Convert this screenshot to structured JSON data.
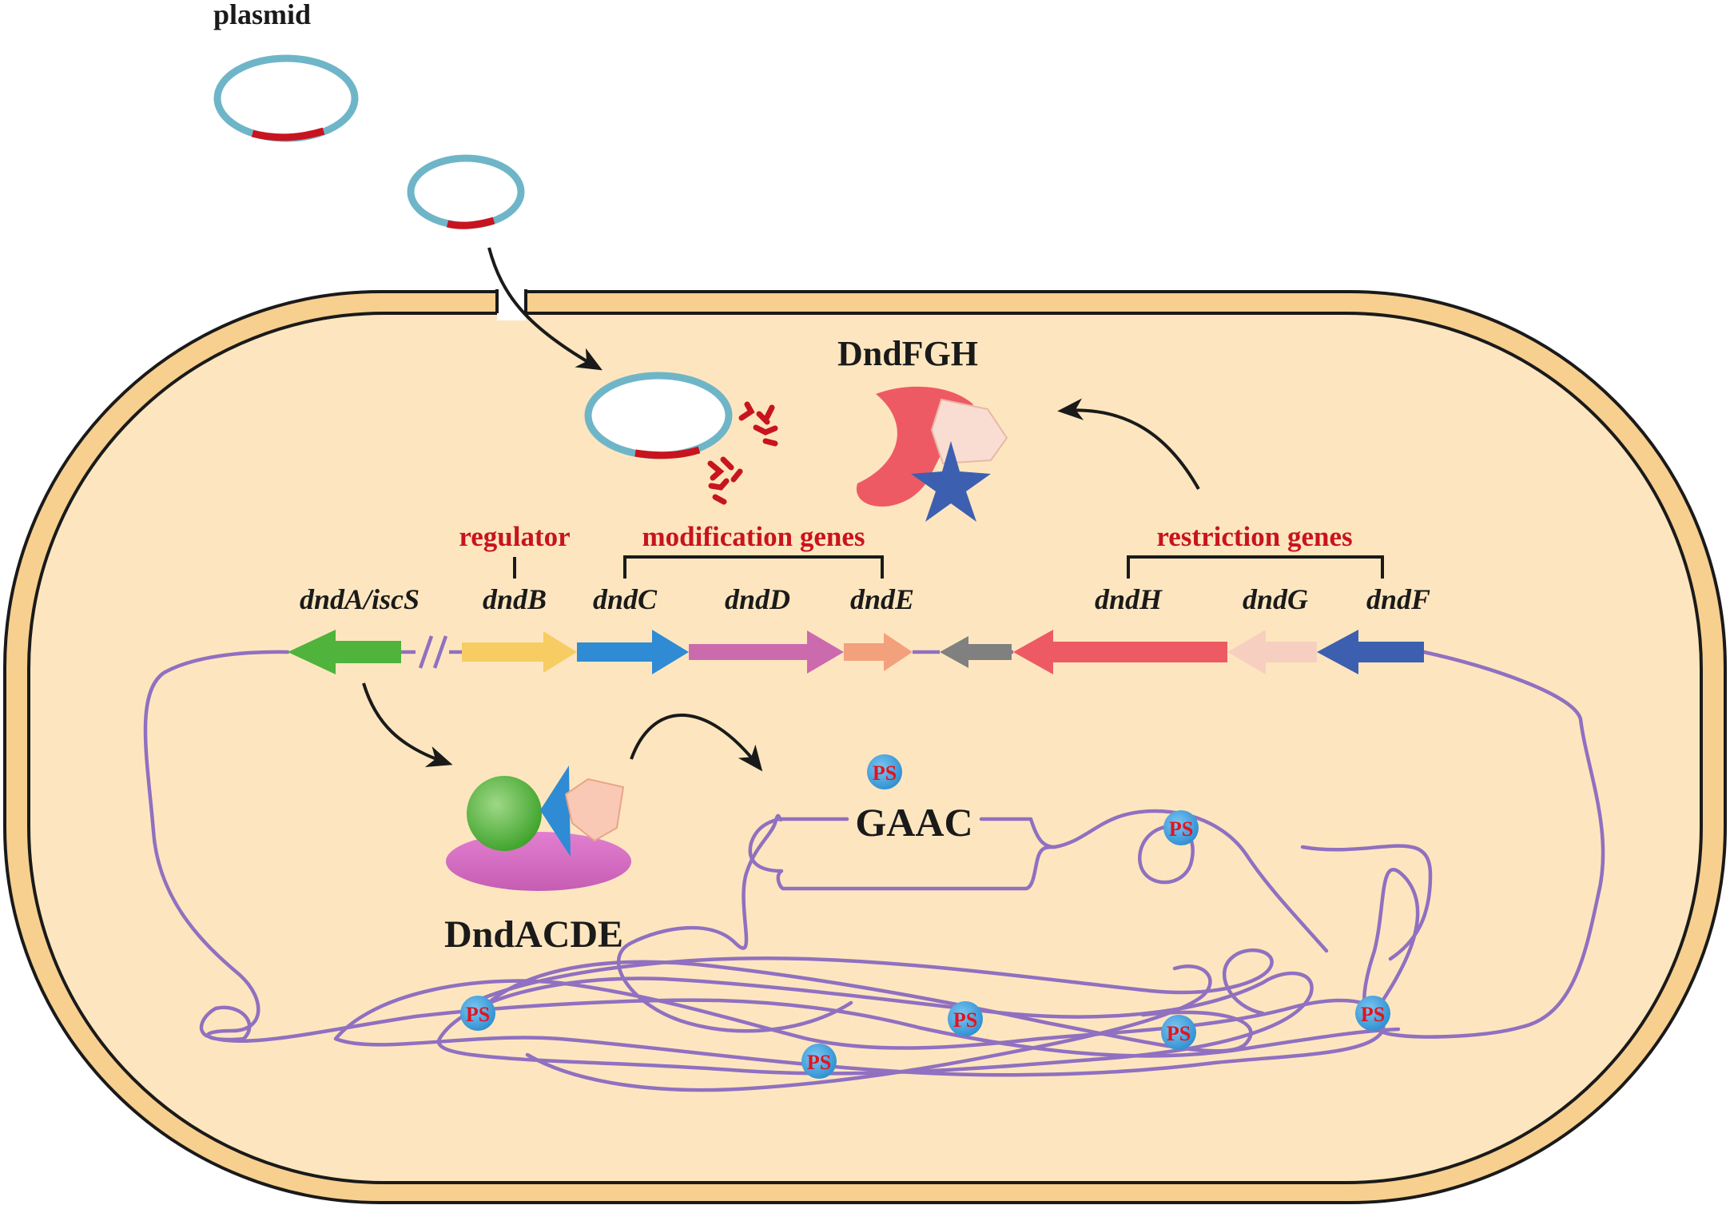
{
  "plasmid_label": "plasmid",
  "complex_labels": {
    "restriction": "DndFGH",
    "modification": "DndACDE"
  },
  "group_labels": {
    "regulator": "regulator",
    "modification": "modification genes",
    "restriction": "restriction genes"
  },
  "genes": {
    "dndA": "dndA/iscS",
    "dndB": "dndB",
    "dndC": "dndC",
    "dndD": "dndD",
    "dndE": "dndE",
    "dndH": "dndH",
    "dndG": "dndG",
    "dndF": "dndF"
  },
  "motif_label": "GAAC",
  "ps_label": "PS",
  "colors": {
    "cytoplasm": "#fde6bf",
    "cell_wall": "#f7cf8f",
    "plasmid_ring": "#6fb5c8",
    "plasmid_insert": "#c8141e",
    "chromosome": "#9070c0",
    "dndA": "#4fb33c",
    "dndB": "#f7cc62",
    "dndC": "#2e8bd4",
    "dndD": "#cc6aae",
    "dndE": "#f3a07c",
    "gray_gene": "#808080",
    "dndH": "#ee5a64",
    "dndG": "#f6cfc0",
    "dndF": "#3d5fb0",
    "ps_marker": "#4aa7e3",
    "label_red": "#c8141e"
  }
}
